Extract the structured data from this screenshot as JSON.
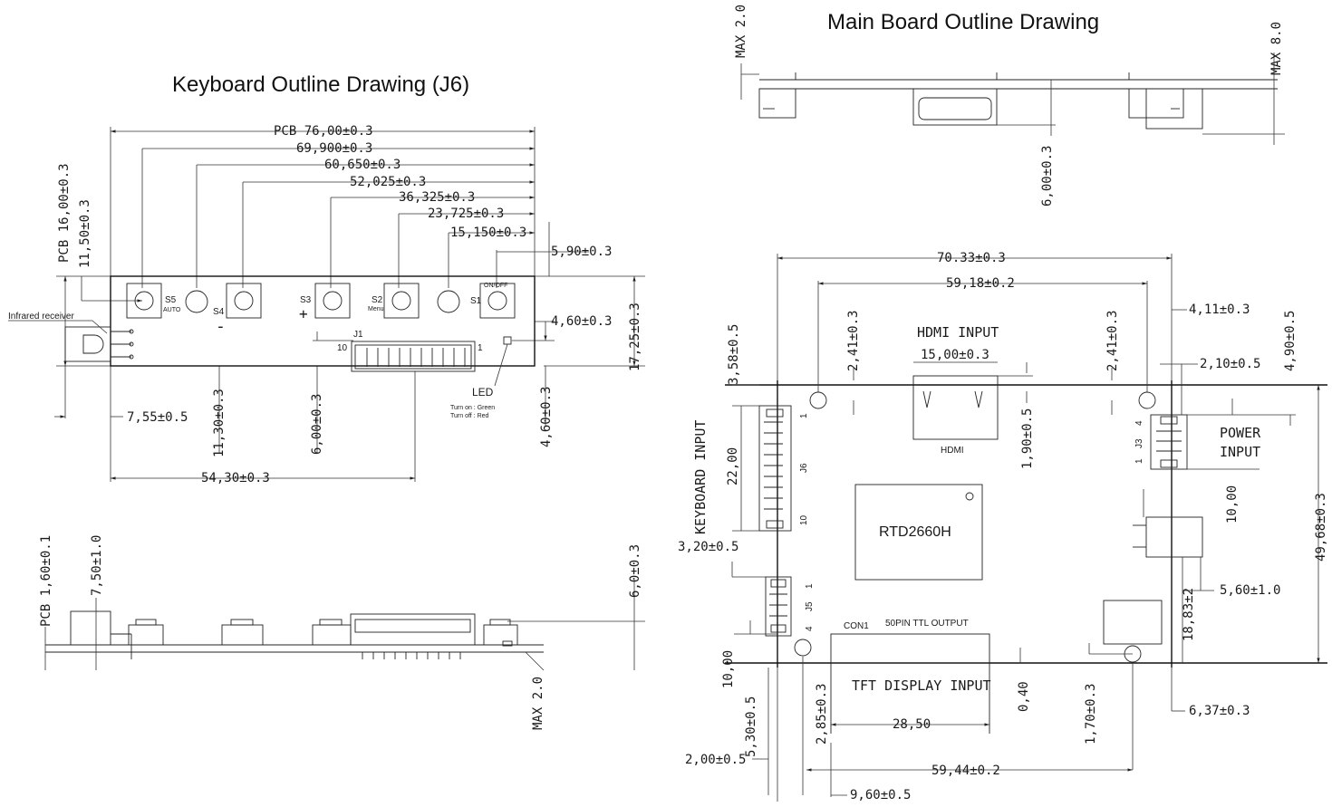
{
  "keyboard": {
    "title": "Keyboard Outline Drawing (J6)",
    "dims": {
      "pcb_len": "PCB 76,00±0.3",
      "d69": "69,900±0.3",
      "d60": "60,650±0.3",
      "d52": "52,025±0.3",
      "d36": "36,325±0.3",
      "d23": "23,725±0.3",
      "d15": "15,150±0.3",
      "d590": "5,90±0.3",
      "pcb_w": "PCB 16,00±0.3",
      "d1150": "11,50±0.3",
      "d1725": "17,25±0.3",
      "d460a": "4,60±0.3",
      "d755": "7,55±0.5",
      "d1130": "11,30±0.3",
      "d600": "6,00±0.3",
      "d460b": "4,60±0.3",
      "d5430": "54,30±0.3"
    },
    "labels": {
      "ir": "Infrared receiver",
      "s5": "S5",
      "s5sub": "AUTO",
      "s4": "S4",
      "minus": "-",
      "s3": "S3",
      "plus": "+",
      "s2": "S2",
      "s2sub": "Menu",
      "s1": "S1",
      "onoff": "ON/OFF",
      "j1": "J1",
      "pin10": "10",
      "pin1": "1",
      "led": "LED",
      "turn_on": "Turn on : Green",
      "turn_off": "Turn off : Red"
    },
    "side": {
      "pcb_t": "PCB 1,60±0.1",
      "d750": "7,50±1.0",
      "d60": "6,0±0.3",
      "max": "MAX 2.0"
    }
  },
  "mainboard": {
    "title": "Main Board Outline Drawing",
    "side": {
      "max2": "MAX 2.0",
      "max8": "MAX 8.0",
      "d600": "6,00±0.3"
    },
    "dims": {
      "w7033": "70.33±0.3",
      "w5918": "59,18±0.2",
      "d411": "4,11±0.3",
      "d358": "3,58±0.5",
      "d241a": "2,41±0.3",
      "d241b": "2,41±0.3",
      "d1500": "15,00±0.3",
      "d190": "1,90±0.5",
      "d210": "2,10±0.5",
      "d490": "4,90±0.5",
      "d2200": "22,00",
      "d320": "3,20±0.5",
      "d1000a": "10,00",
      "d4968": "49,68±0.3",
      "d560": "5,60±1.0",
      "d1883": "18,83±2",
      "d1000b": "10,00",
      "d530": "5,30±0.5",
      "d285": "2,85±0.3",
      "d040": "0,40",
      "d170": "1,70±0.3",
      "d2850": "28,50",
      "d637": "6,37±0.3",
      "d200": "2,00±0.5",
      "d5944": "59,44±0.2",
      "d960": "9,60±0.5"
    },
    "labels": {
      "hdmi_input": "HDMI INPUT",
      "hdmi": "HDMI",
      "power": "POWER",
      "input": "INPUT",
      "j3": "J3",
      "j3p4": "4",
      "j3p1": "1",
      "keyboard_input": "KEYBOARD INPUT",
      "j6": "J6",
      "j6p1": "1",
      "j6p10": "10",
      "j5": "J5",
      "j5p1": "1",
      "j5p4": "4",
      "chip": "RTD2660H",
      "con1": "CON1",
      "ttl": "50PIN TTL OUTPUT",
      "tft": "TFT DISPLAY INPUT"
    }
  }
}
